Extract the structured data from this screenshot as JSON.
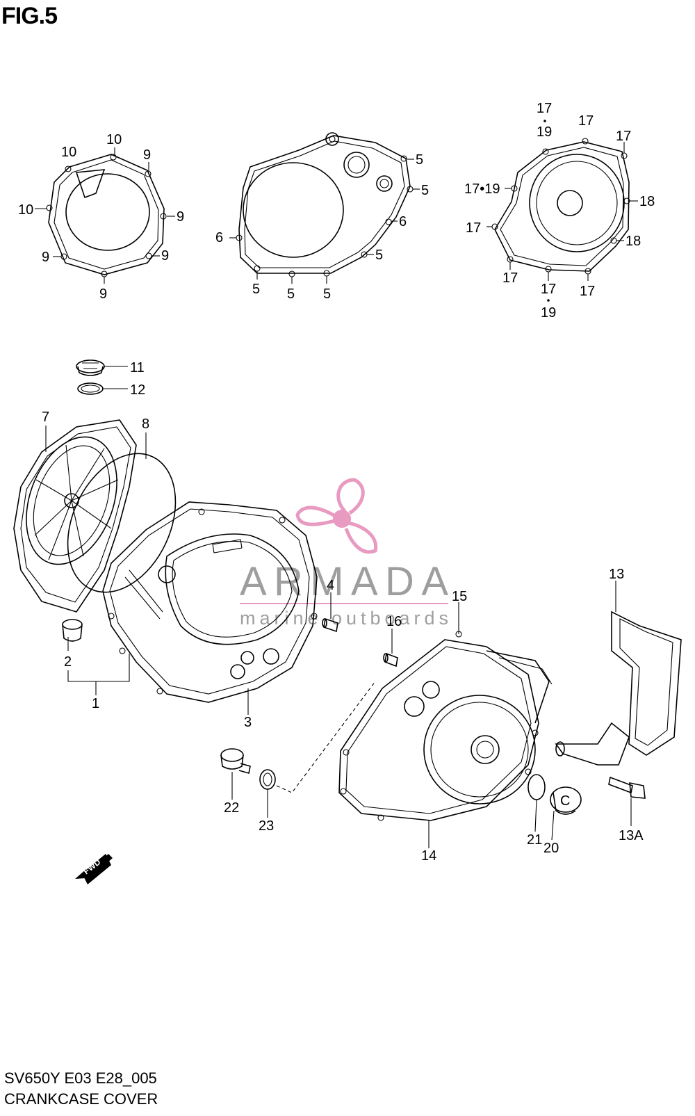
{
  "figure": {
    "title": "FIG.5",
    "model_code": "SV650Y E03 E28_005",
    "section_name": "CRANKCASE COVER",
    "direction_marker": "FWD"
  },
  "watermark": {
    "brand": "ARMADA",
    "tagline": "marine outboards",
    "accent_color": "#e89ac0",
    "text_color": "#9e9e9e"
  },
  "callouts": {
    "c10a": "10",
    "c10b": "10",
    "c10c": "10",
    "c9a": "9",
    "c9b": "9",
    "c9c": "9",
    "c9d": "9",
    "c9e": "9",
    "c5a": "5",
    "c5b": "5",
    "c5c": "5",
    "c5d": "5",
    "c5e": "5",
    "c5f": "5",
    "c6a": "6",
    "c6b": "6",
    "c17a": "17",
    "c19a": "19",
    "c17b": "17",
    "c17c": "17",
    "c1719": "17•19",
    "c18a": "18",
    "c17d": "17",
    "c18b": "18",
    "c17e": "17",
    "c17f": "17",
    "c17g": "17",
    "c19b": "19",
    "c11": "11",
    "c12": "12",
    "c7": "7",
    "c8": "8",
    "c4": "4",
    "c16": "16",
    "c15": "15",
    "c13": "13",
    "c2": "2",
    "c1": "1",
    "c3": "3",
    "c22": "22",
    "c23": "23",
    "c14": "14",
    "c21": "21",
    "c20": "20",
    "c13a": "13A"
  }
}
